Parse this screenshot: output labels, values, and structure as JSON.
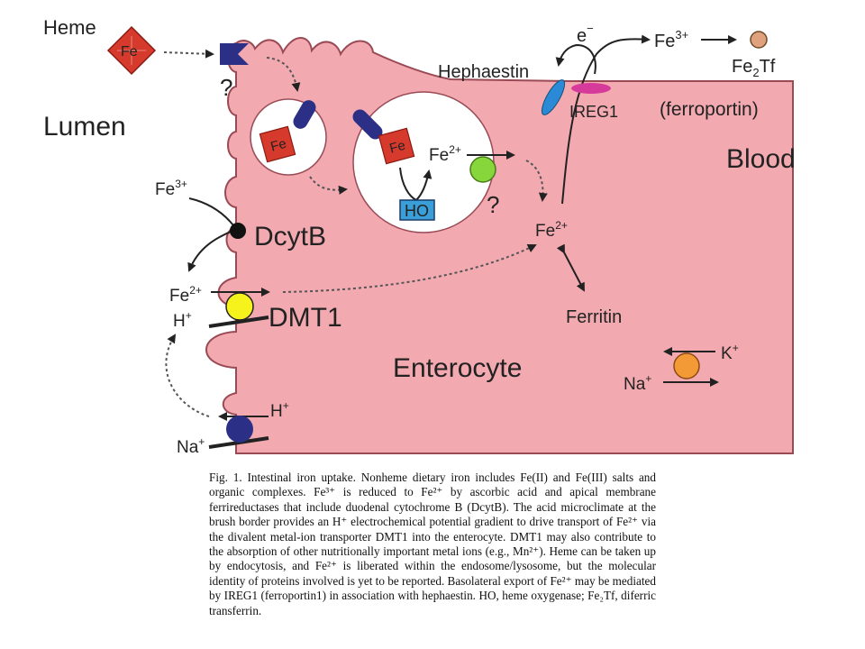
{
  "labels": {
    "heme": "Heme",
    "heme_fe": "Fe",
    "question1": "?",
    "lumen": "Lumen",
    "fe3_lumen_base": "Fe",
    "fe3_lumen_sup": "3+",
    "dcytb": "DcytB",
    "fe2_lumen_base": "Fe",
    "fe2_lumen_sup": "2+",
    "h_dmt1_base": "H",
    "h_dmt1_sup": "+",
    "dmt1": "DMT1",
    "h_bottom_base": "H",
    "h_bottom_sup": "+",
    "na_bottom_base": "Na",
    "na_bottom_sup": "+",
    "vesicle_fe_1": "Fe",
    "vesicle_fe_2": "Fe",
    "fe2_endosome_base": "Fe",
    "fe2_endosome_sup": "2+",
    "ho": "HO",
    "question2": "?",
    "fe2_cyto_base": "Fe",
    "fe2_cyto_sup": "2+",
    "ferritin": "Ferritin",
    "enterocyte": "Enterocyte",
    "electron_base": "e",
    "electron_sup": "−",
    "hephaestin": "Hephaestin",
    "ireg1": "IREG1",
    "ferroportin": "(ferroportin)",
    "fe3_blood_base": "Fe",
    "fe3_blood_sup": "3+",
    "fe2tf_a": "Fe",
    "fe2tf_sub": "2",
    "fe2tf_b": "Tf",
    "blood": "Blood",
    "k_base": "K",
    "k_sup": "+",
    "na_right_base": "Na",
    "na_right_sup": "+"
  },
  "caption": "Fig. 1.  Intestinal iron uptake. Nonheme dietary iron includes Fe(II) and Fe(III) salts and organic complexes. Fe³⁺ is reduced to Fe²⁺ by ascorbic acid and apical membrane ferrireductases that include duodenal cytochrome B (DcytB). The acid microclimate at the brush border provides an H⁺ electrochemical potential gradient to drive transport of Fe²⁺ via the divalent metal-ion transporter DMT1 into the enterocyte. DMT1 may also contribute to the absorption of other nutritionally important metal ions (e.g., Mn²⁺). Heme can be taken up by endocytosis, and Fe²⁺ is liberated within the endosome/lysosome, but the molecular identity of proteins involved is yet to be reported. Basolateral export of Fe²⁺ may be mediated by IREG1 (ferroportin1) in association with hephaestin. HO, heme oxygenase; Fe₂Tf, diferric transferrin.",
  "colors": {
    "cell_fill": "#f2a9b0",
    "cell_stroke": "#9a4a55",
    "heme_red": "#d63a2c",
    "transporter_navy": "#2c2f86",
    "dmt1_yellow": "#f6f21c",
    "green_transporter": "#86d63c",
    "orange_pump": "#f39a36",
    "ho_blue": "#3a9fd8",
    "hephaestin_blue": "#2a8ad6",
    "ireg1_magenta": "#d63a9a",
    "transferrin_tan": "#e0a27c"
  }
}
